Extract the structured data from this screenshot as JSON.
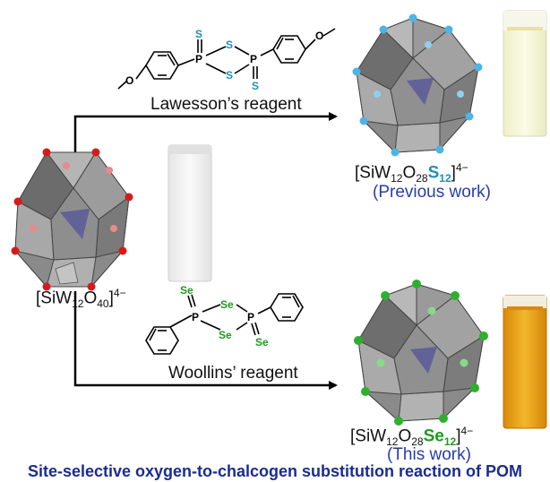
{
  "colors": {
    "oxygen": "#d61a1a",
    "sulfur": "#4fb3e6",
    "selenium": "#2db02d",
    "caption": "#1a2c8f",
    "note": "#2a3da6",
    "sulfur_text": "#1f8fc0",
    "selenium_text": "#1e9a1e"
  },
  "reagents": {
    "top": {
      "name": "Lawesson’s reagent",
      "atoms": {
        "p1": "P",
        "p2": "P",
        "s_ring_top": "S",
        "s_ring_bottom": "S",
        "s_left": "S",
        "s_right": "S",
        "o_left": "O",
        "o_right": "O"
      }
    },
    "bottom": {
      "name": "Woollins’ reagent",
      "atoms": {
        "p1": "P",
        "p2": "P",
        "se_ring_top": "Se",
        "se_ring_bottom": "Se",
        "se_left": "Se",
        "se_right": "Se"
      }
    }
  },
  "start": {
    "formula": {
      "a": "[SiW",
      "a_sub": "12",
      "b": "O",
      "b_sub": "40",
      "c": "]",
      "charge": "4−"
    }
  },
  "product_top": {
    "formula": {
      "a": "[SiW",
      "a_sub": "12",
      "b": "O",
      "b_sub": "28",
      "c": "S",
      "c_sub": "12",
      "d": "]",
      "charge": "4−"
    },
    "note": "(Previous work)"
  },
  "product_bottom": {
    "formula": {
      "a": "[SiW",
      "a_sub": "12",
      "b": "O",
      "b_sub": "28",
      "c": "Se",
      "c_sub": "12",
      "d": "]",
      "charge": "4−"
    },
    "note": "(This work)"
  },
  "caption": "Site-selective oxygen-to-chalcogen substitution reaction of POM"
}
